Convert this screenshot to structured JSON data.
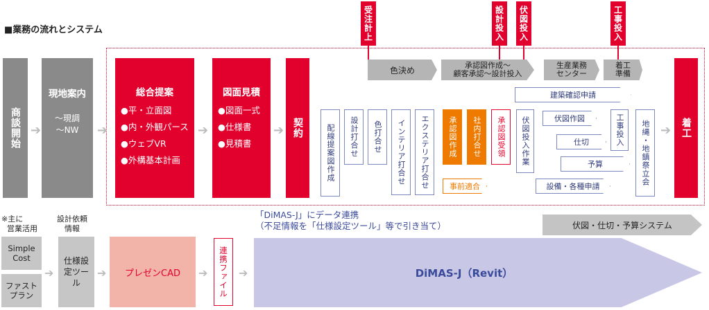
{
  "title": "■業務の流れとシステム",
  "tags": {
    "order": "受注計上",
    "design_input": "設計投入",
    "fuzu_input": "伏図投入",
    "kouji_input": "工事投入"
  },
  "steps": {
    "shodan": "商談開始",
    "genchi_title": "現地案内",
    "genchi_items": [
      "～現調",
      "～NW"
    ],
    "sogo_title": "総合提案",
    "sogo_items": [
      "●平・立面図",
      "●内・外観パース",
      "●ウェブVR",
      "●外構基本計画"
    ],
    "zumen_title": "図面見積",
    "zumen_items": [
      "●図面一式",
      "●仕様書",
      "●見積書"
    ],
    "keiyaku": "契約",
    "chakko": "着工"
  },
  "chevrons": {
    "iroki": "色決め",
    "shonin_line1": "承認図作成～",
    "shonin_line2": "顧客承認～設計投入",
    "seisan_line1": "生産業務",
    "seisan_line2": "センター",
    "koji_line1": "着工",
    "koji_line2": "準備"
  },
  "tasks": {
    "haisen": "配線提案図作成",
    "sekkei": "設計打合せ",
    "iro": "色打合せ",
    "interior": "インテリア打合せ",
    "exterior": "エクステリア打合せ",
    "shonin_sakusei": "承認図作成",
    "shanai": "社内打合せ",
    "shonin_juryo": "承認図受領",
    "jizen": "事前適合",
    "fuzu_toushi": "伏図投入作業",
    "kenchiku": "建築確認申請",
    "fuzu_sakuzu": "伏図作図",
    "shikiri": "仕切",
    "yosan": "予算",
    "setsubi": "設備・各種申請",
    "kouji_toushi": "工事投入",
    "jinawa": "地縄・地鎮祭立会"
  },
  "bottom": {
    "note_line1": "※主に",
    "note_line2": "営業活用",
    "irai_line1": "設計依頼",
    "irai_line2": "情報",
    "simple_cost_line1": "Simple",
    "simple_cost_line2": "Cost",
    "fast_plan_line1": "ファスト",
    "fast_plan_line2": "プラン",
    "shiyou_tool": "仕様設定ツール",
    "presen_cad": "プレゼンCAD",
    "renkei_file": "連携ファイル",
    "dimas_note_line1": "「DiMAS-J」にデータ連携",
    "dimas_note_line2": "（不足情報を「仕様設定ツール」等で引き当て）",
    "dimas": "DiMAS-J（Revit）",
    "fuzu_system": "伏図・仕切・予算システム"
  },
  "colors": {
    "red": "#e2002d",
    "gray": "#8a8a8a",
    "orange": "#ee7a00",
    "navy_outline": "#7b88bf",
    "dimas_fill": "#c9c7e6",
    "presen_fill": "#f2b3a8"
  }
}
